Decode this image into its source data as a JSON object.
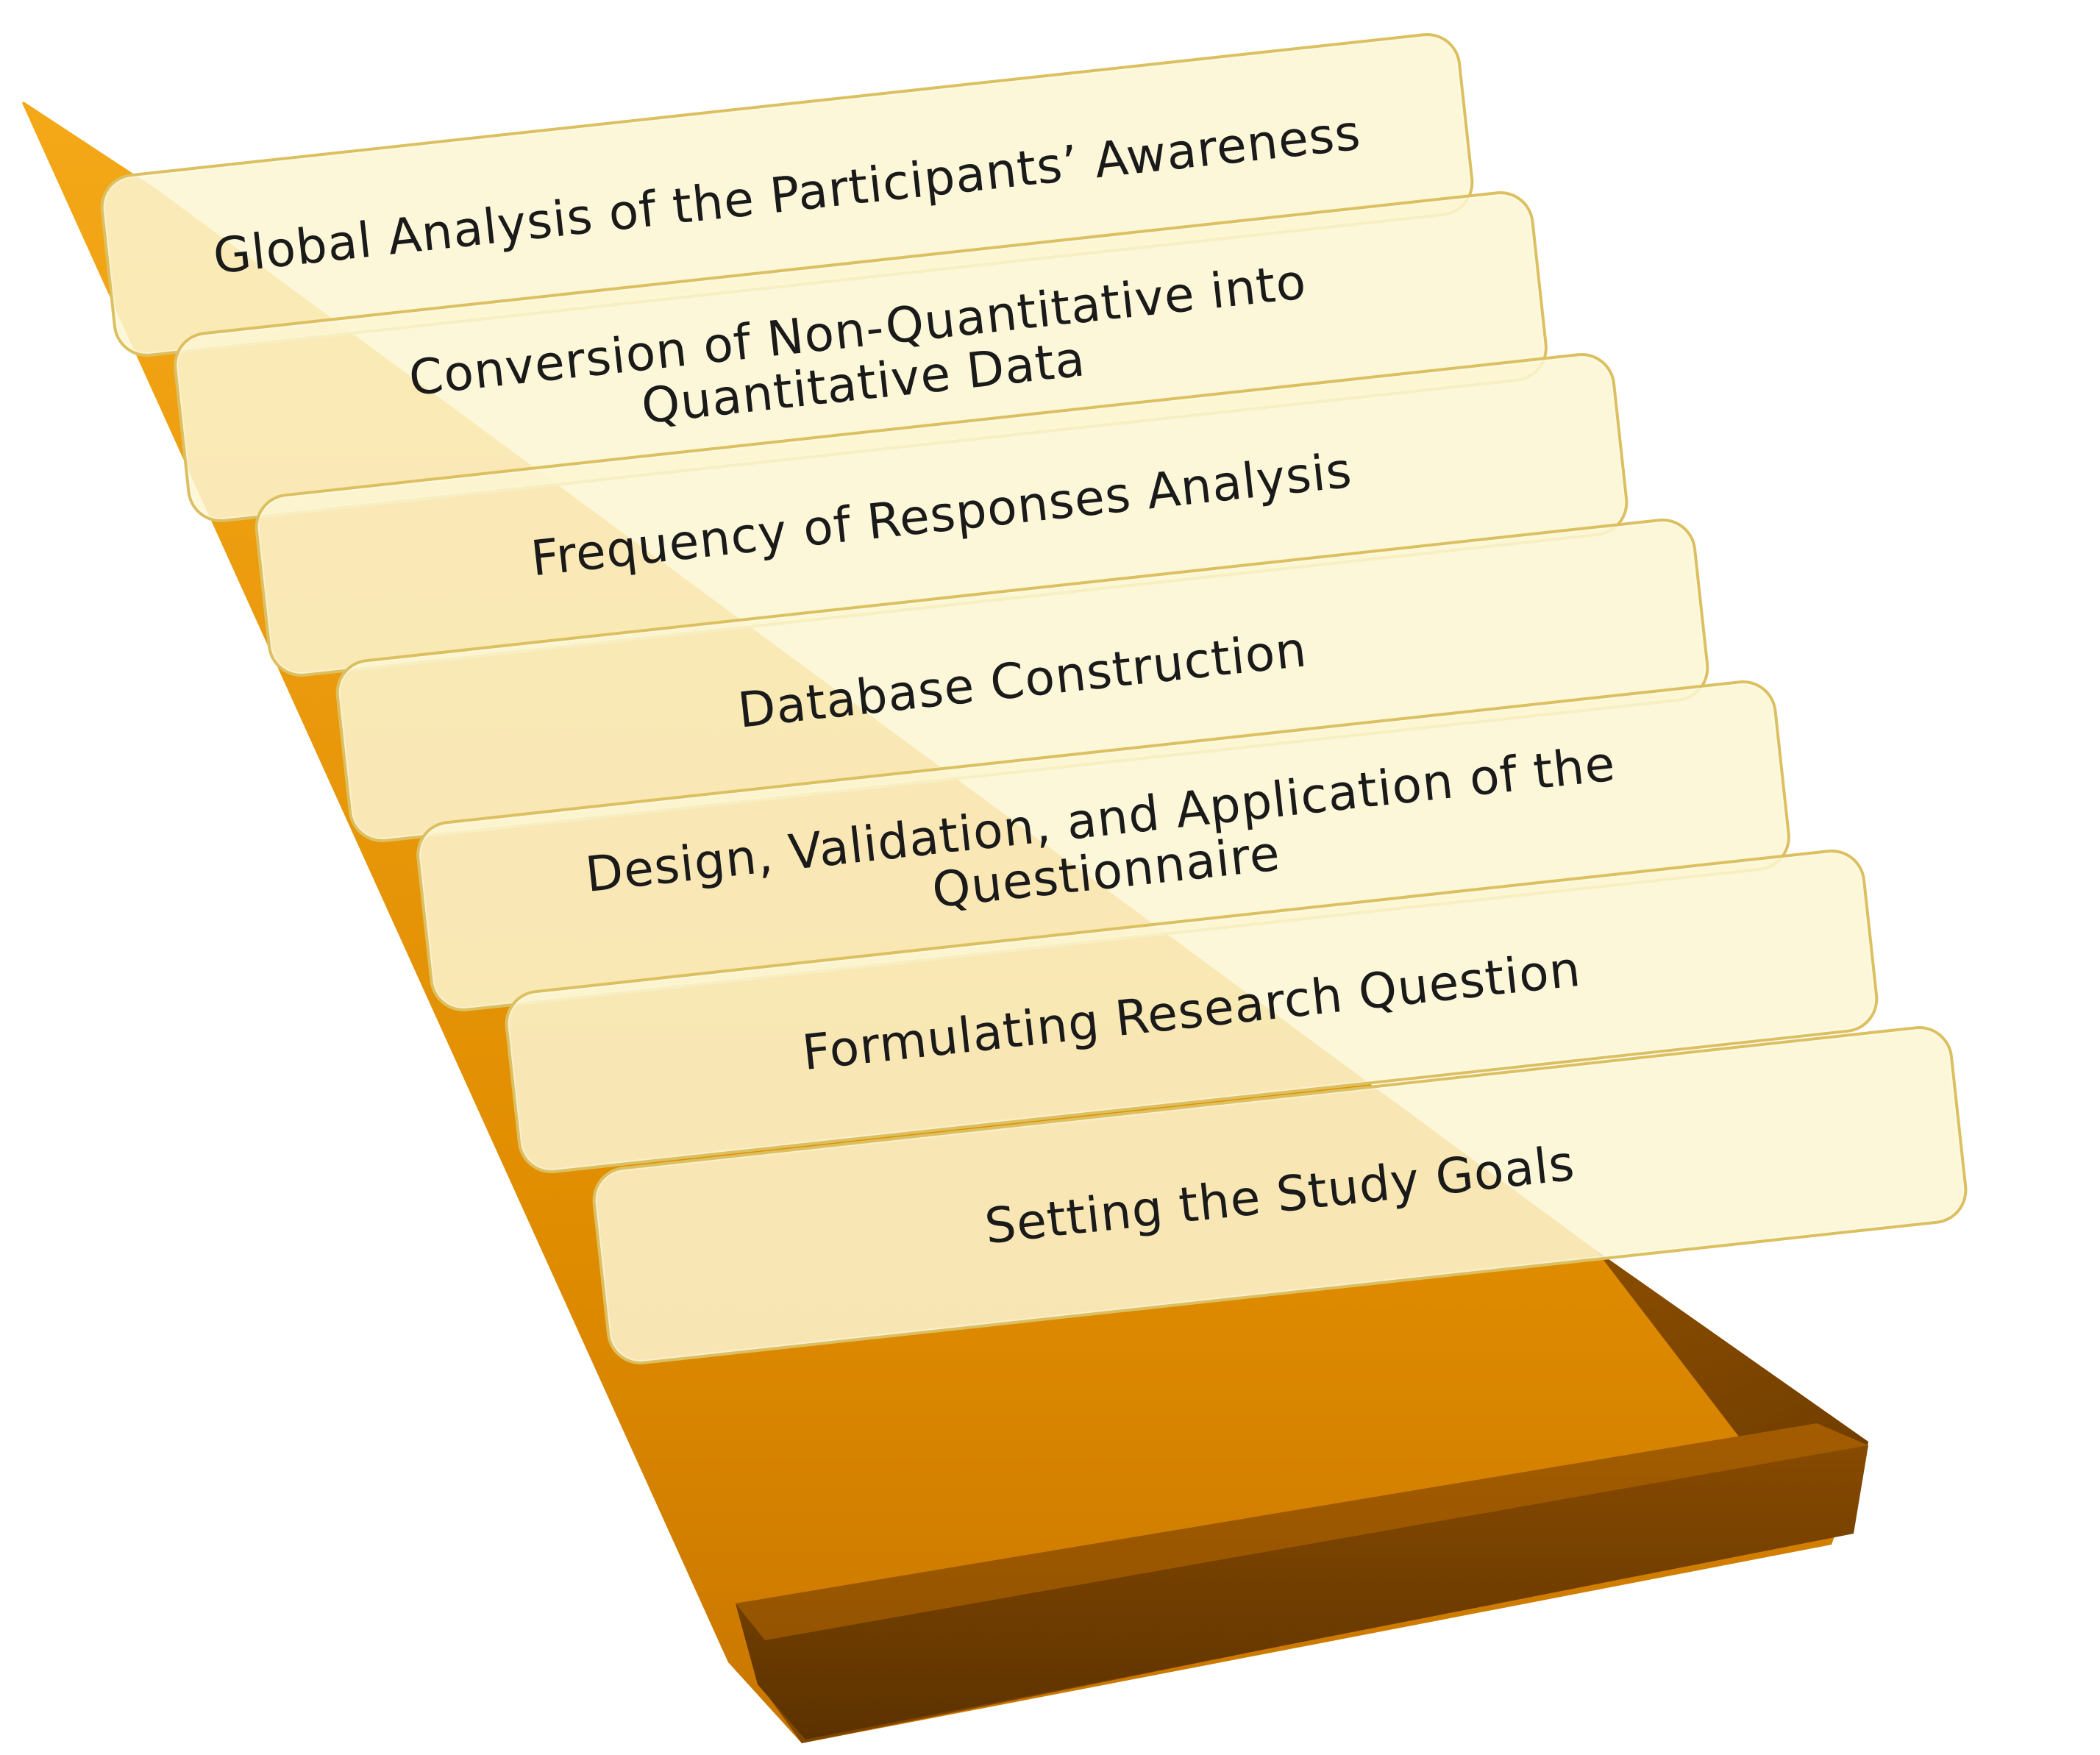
{
  "diagram": {
    "type": "stair-step-pyramid",
    "colors": {
      "staircase_light": "#f0a010",
      "staircase_mid": "#de8a00",
      "staircase_dark": "#6b3a00",
      "card_fill": "#fbf6d2",
      "card_border": "#dcc060",
      "text": "#1a1a1a"
    },
    "steps": [
      {
        "order": 8,
        "label": "Global Analysis of the Participants’ Awareness"
      },
      {
        "order": 7,
        "label": "Conversion of Non-Quantitative into\nQuantitative Data"
      },
      {
        "order": 6,
        "label": "Frequency of Responses Analysis"
      },
      {
        "order": 5,
        "label": "Database Construction"
      },
      {
        "order": 4,
        "label": "Design, Validation, and Application of the\nQuestionnaire"
      },
      {
        "order": 3,
        "label": "Formulating Research Question"
      },
      {
        "order": 2,
        "label": "Setting the Study Goals"
      }
    ]
  }
}
